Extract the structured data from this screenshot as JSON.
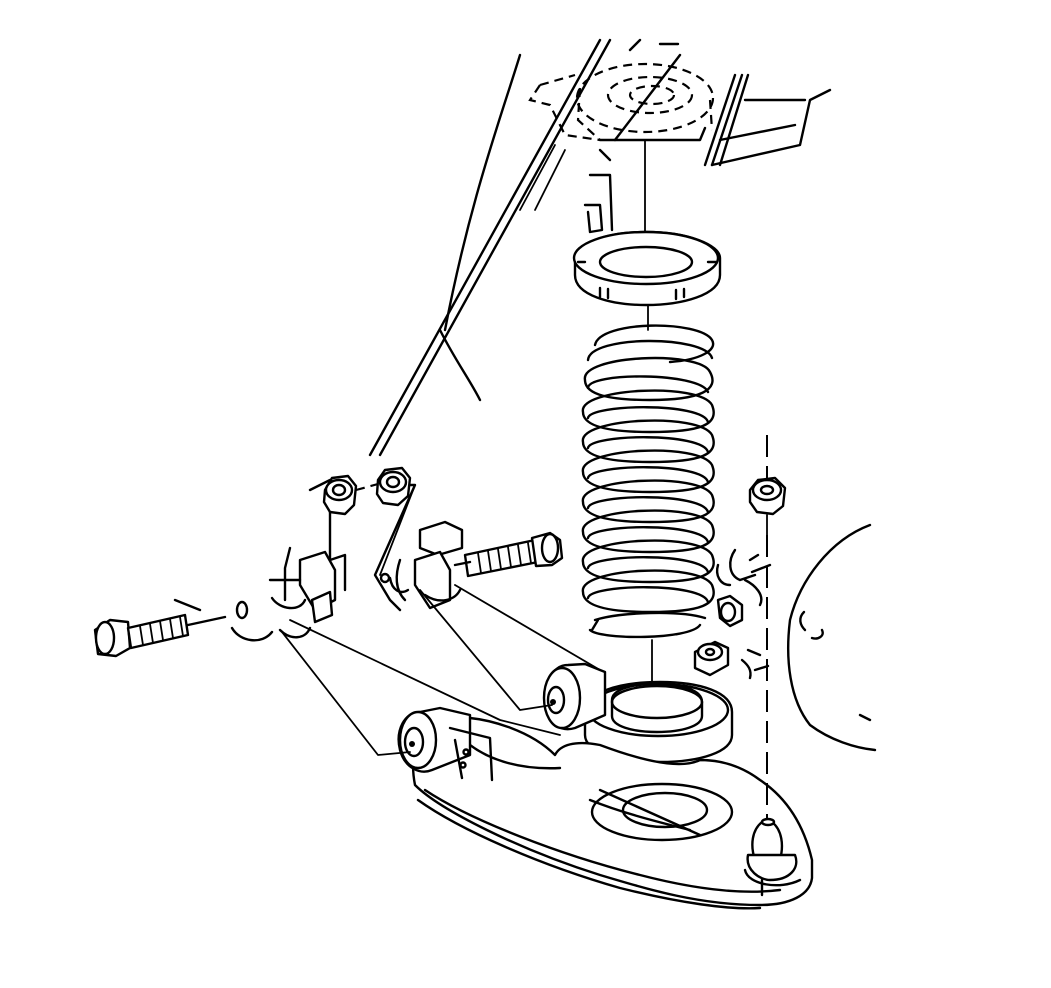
{
  "figure": {
    "line_color": "#000000",
    "background_color": "#ffffff",
    "components": [
      {
        "id": "upper-spring-seat-dashed",
        "icon": "dashed-circle"
      },
      {
        "id": "spring-insulator-upper",
        "icon": "ring"
      },
      {
        "id": "coil-spring",
        "icon": "coil"
      },
      {
        "id": "spring-insulator-lower",
        "icon": "ring"
      },
      {
        "id": "lower-control-arm",
        "icon": "arm"
      },
      {
        "id": "front-pivot-bolt",
        "icon": "bolt"
      },
      {
        "id": "rear-pivot-bolt",
        "icon": "bolt"
      },
      {
        "id": "pivot-nuts",
        "icon": "hex-nut"
      },
      {
        "id": "ball-joint-nut",
        "icon": "hex-nut"
      },
      {
        "id": "stabilizer-bracket",
        "icon": "bracket"
      },
      {
        "id": "frame-brackets",
        "icon": "bracket"
      },
      {
        "id": "knuckle",
        "icon": "knuckle"
      }
    ]
  }
}
